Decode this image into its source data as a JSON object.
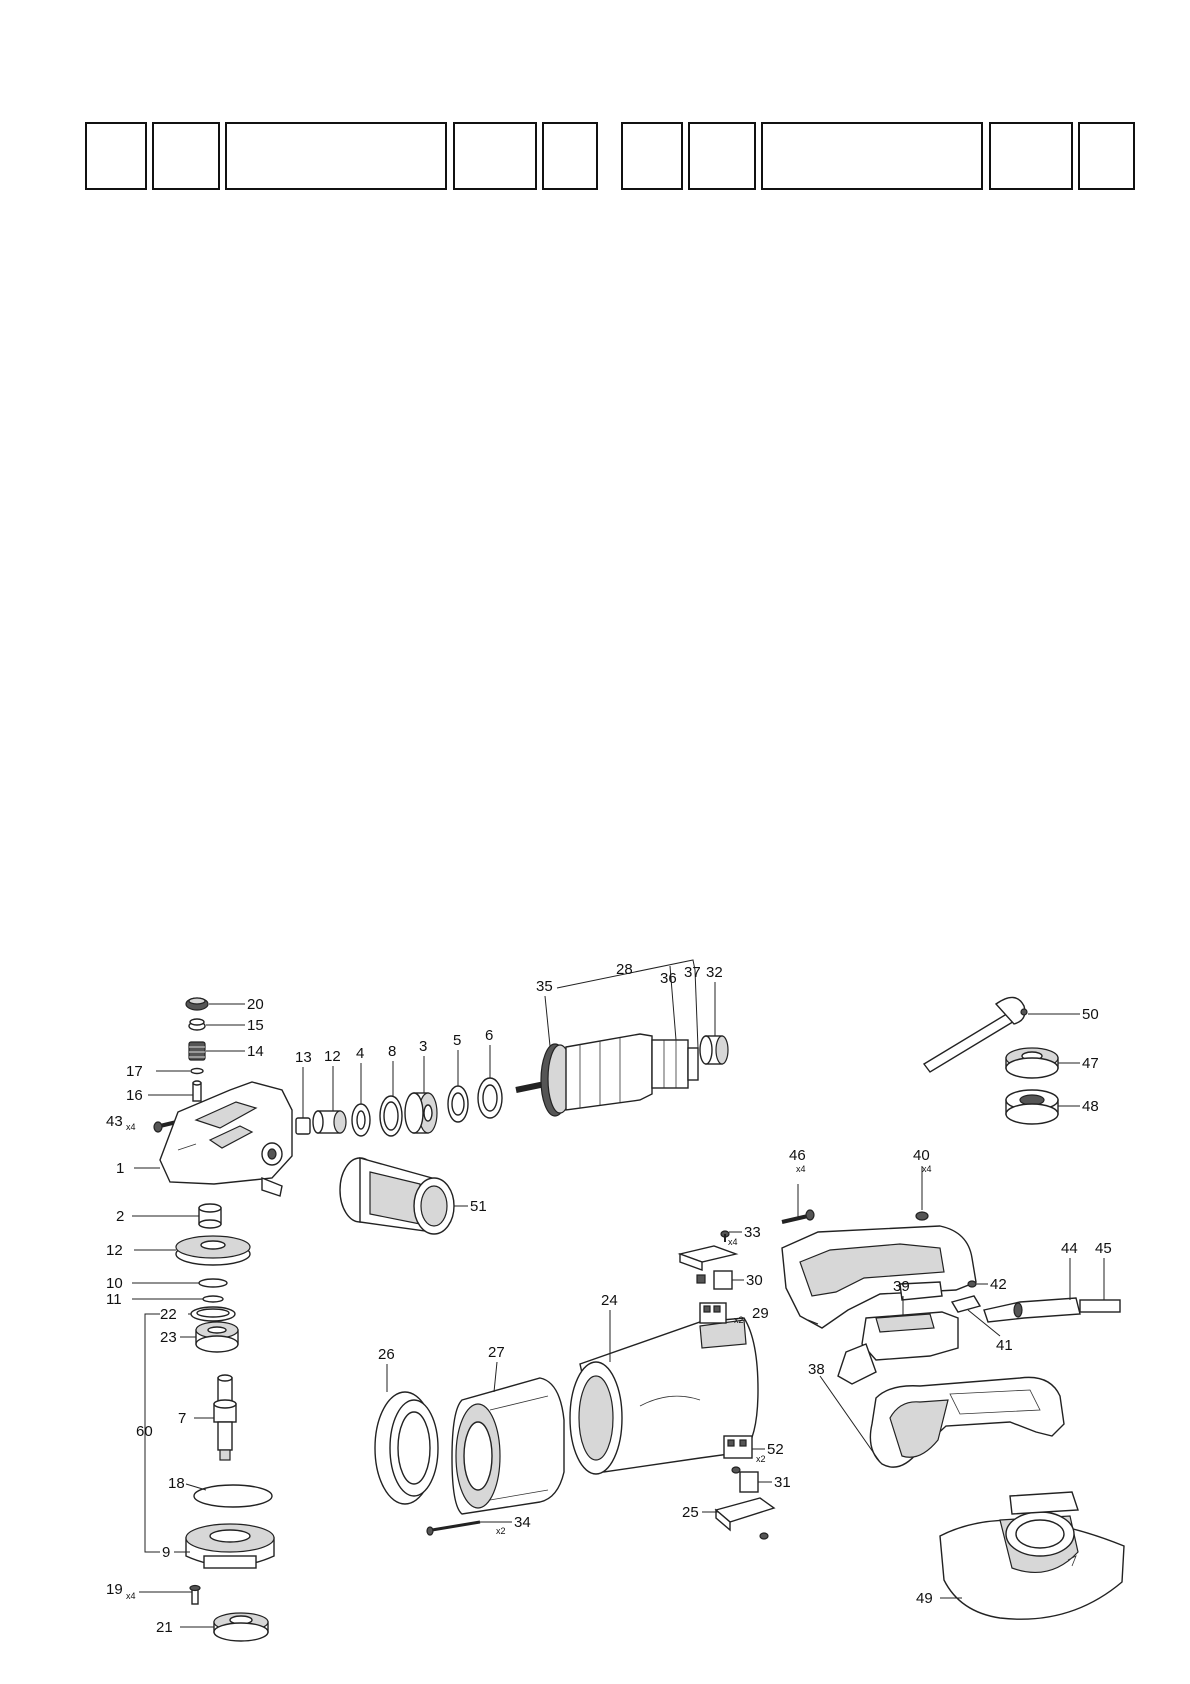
{
  "header_table": {
    "columns": 10
  },
  "callouts": {
    "p1": "1",
    "p2": "2",
    "p3": "3",
    "p4": "4",
    "p5": "5",
    "p6": "6",
    "p7": "7",
    "p8": "8",
    "p9": "9",
    "p10": "10",
    "p11": "11",
    "p12a": "12",
    "p12b": "12",
    "p13": "13",
    "p14": "14",
    "p15": "15",
    "p16": "16",
    "p17": "17",
    "p18": "18",
    "p19": "19",
    "p20": "20",
    "p21": "21",
    "p22": "22",
    "p23": "23",
    "p24": "24",
    "p25": "25",
    "p26": "26",
    "p27": "27",
    "p28": "28",
    "p29": "29",
    "p30": "30",
    "p31": "31",
    "p32": "32",
    "p33": "33",
    "p34": "34",
    "p35": "35",
    "p36": "36",
    "p37": "37",
    "p38": "38",
    "p39": "39",
    "p40": "40",
    "p41": "41",
    "p42": "42",
    "p43": "43",
    "p44": "44",
    "p45": "45",
    "p46": "46",
    "p47": "47",
    "p48": "48",
    "p49": "49",
    "p50": "50",
    "p51": "51",
    "p52": "52",
    "p60": "60"
  },
  "quantities": {
    "q43": "x4",
    "q19": "x4",
    "q46": "x4",
    "q40": "x4",
    "q33": "x4",
    "q29": "x2",
    "q52": "x2",
    "q34": "x2"
  }
}
